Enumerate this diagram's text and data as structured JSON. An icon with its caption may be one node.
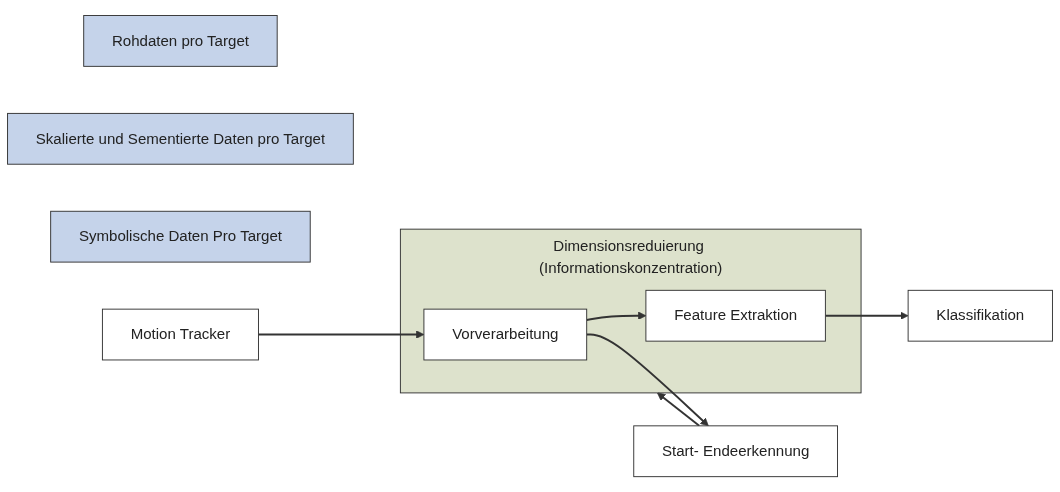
{
  "diagram": {
    "nodes": [
      {
        "text": [
          "Rohdaten pro Target"
        ]
      },
      {
        "text": [
          "Skalierte und Sementierte Daten pro Target"
        ]
      },
      {
        "text": [
          "Symbolische Daten Pro Target"
        ]
      },
      {
        "text": [
          "Motion Tracker"
        ]
      },
      {
        "text": [
          "Dimensionsreduierung (Informationskonzentration)"
        ]
      },
      {
        "text": [
          "Vorverarbeitung"
        ],
        "in": 4
      },
      {
        "text": [
          "Feature Extraktion"
        ],
        "in": 4
      },
      {
        "text": [
          "Klassifikation"
        ]
      },
      {
        "text": [
          "Start- Endeerkennung"
        ]
      }
    ],
    "edges": [
      {
        "from": 3,
        "to": 5,
        "arrow": "to"
      },
      {
        "from": 5,
        "to": 6,
        "arrow": "to"
      },
      {
        "from": 6,
        "to": 7,
        "arrow": "to"
      },
      {
        "from": 5,
        "to": 8,
        "arrow": "to"
      },
      {
        "from": 8,
        "to": 4,
        "arrow": "to"
      }
    ]
  }
}
